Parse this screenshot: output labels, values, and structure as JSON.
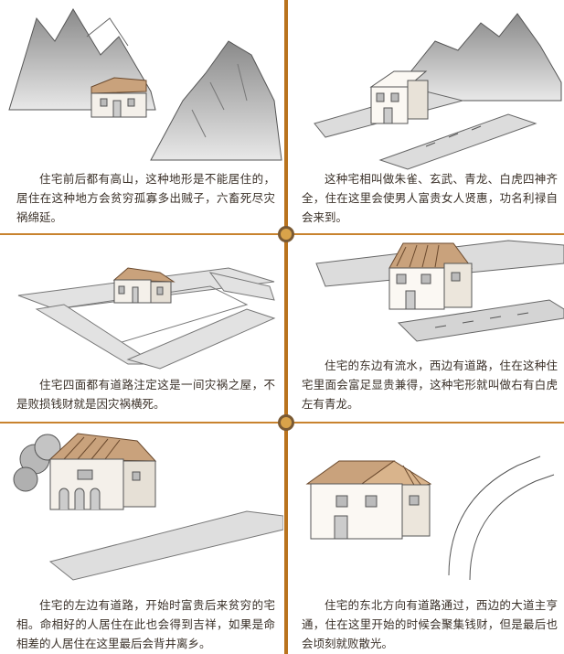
{
  "panels": [
    {
      "caption": "住宅前后都有高山，这种地形是不能居住的，居住在这种地方会贫穷孤寡多出贼子，六畜死尽灾祸绵延。"
    },
    {
      "caption": "这种宅相叫做朱雀、玄武、青龙、白虎四神齐全，住在这里会使男人富贵女人贤惠，功名利禄自会来到。"
    },
    {
      "caption": "住宅四面都有道路注定这是一间灾祸之屋，不是败损钱财就是因灾祸横死。"
    },
    {
      "caption": "住宅的东边有流水，西边有道路，住在这种住宅里面会富足显贵兼得，这种宅形就叫做右有白虎左有青龙。"
    },
    {
      "caption": "住宅的左边有道路，开始时富贵后来贫穷的宅相。命相好的人居住在此也会得到吉祥，如果是命相差的人居住在这里最后会背井离乡。"
    },
    {
      "caption": "住宅的东北方向有道路通过，西边的大道主亨通，住在这里开始的时候会聚集钱财，但是最后也会顷刻就败散光。"
    }
  ],
  "colors": {
    "divider": "#b9731d",
    "knob": "#d9a34a",
    "text": "#3a3028"
  }
}
